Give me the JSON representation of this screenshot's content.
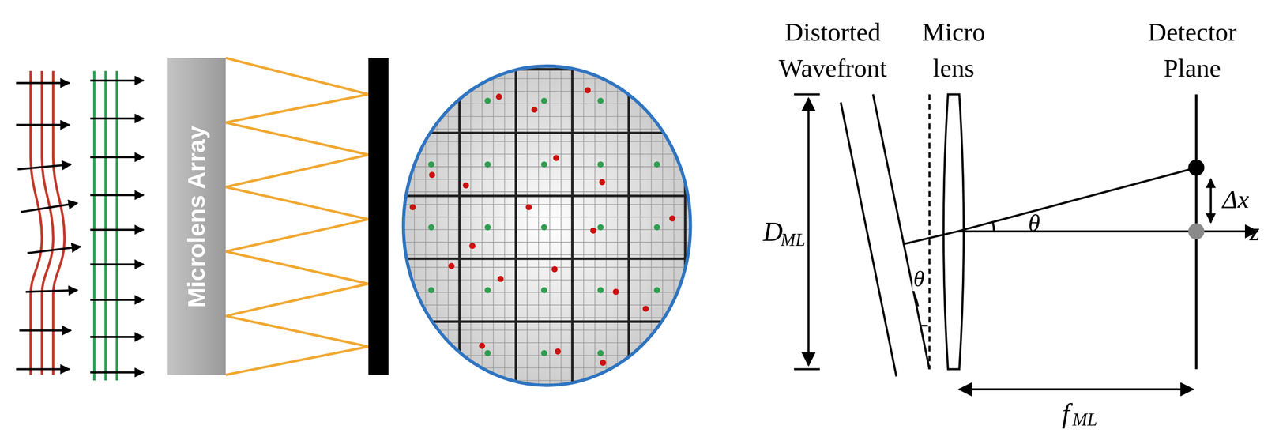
{
  "diagram": {
    "nodes": [
      {
        "text": [
          "Microlens Array"
        ]
      }
    ],
    "edges": [],
    "labels": [
      "Distorted Wavefront",
      "Micro lens",
      "Detector Plane",
      "D",
      "ML",
      "θ",
      "θ",
      "Δx",
      "z",
      "f",
      "ML"
    ]
  }
}
